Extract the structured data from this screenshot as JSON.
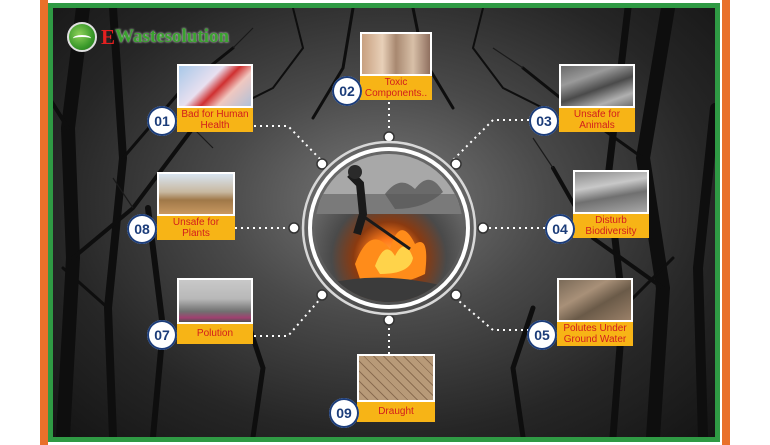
{
  "logo": {
    "e": "E",
    "rest": "Wastesolution"
  },
  "nodes": [
    {
      "num": "01",
      "label": "Bad for Human Health",
      "photo": "heart-pain-photo"
    },
    {
      "num": "02",
      "label": "Toxic Components..",
      "photo": "children-photo"
    },
    {
      "num": "03",
      "label": "Unsafe for Animals",
      "photo": "dead-animals-photo"
    },
    {
      "num": "04",
      "label": "Disturb Biodiversity",
      "photo": "dead-fish-photo"
    },
    {
      "num": "05",
      "label": "Polutes Under Ground Water",
      "photo": "polluted-water-photo"
    },
    {
      "num": "07",
      "label": "Polution",
      "photo": "smog-traffic-photo"
    },
    {
      "num": "08",
      "label": "Unsafe for Plants",
      "photo": "dry-trees-photo"
    },
    {
      "num": "09",
      "label": "Draught",
      "photo": "cracked-ground-photo"
    }
  ],
  "colors": {
    "orange": "#e9702a",
    "green": "#2f9a44",
    "label_bg": "#f7b416",
    "label_text": "#d21d1d",
    "badge_text": "#1c3d7a"
  }
}
